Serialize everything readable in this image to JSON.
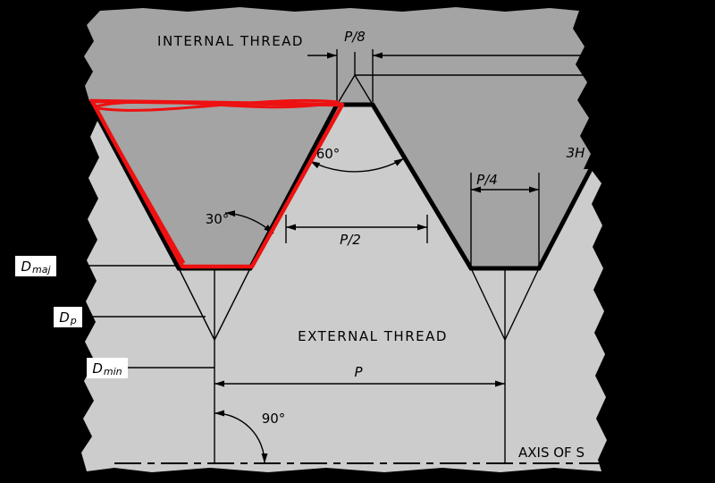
{
  "diagram": {
    "labels": {
      "internal_thread": "INTERNAL THREAD",
      "external_thread": "EXTERNAL THREAD",
      "axis": "AXIS OF S"
    },
    "dimensions": {
      "p_eighth": "P/8",
      "p_quarter": "P/4",
      "p_half": "P/2",
      "pitch": "P",
      "three_h": "3H"
    },
    "angles": {
      "flank": "60°",
      "half_flank": "30°",
      "right_angle": "90°"
    },
    "diameter_labels": {
      "major": {
        "main": "D",
        "sub": "maj"
      },
      "pitch": {
        "main": "D",
        "sub": "p"
      },
      "minor": {
        "main": "D",
        "sub": "min"
      }
    },
    "colors": {
      "background": "#000000",
      "internal_fill": "#a4a4a4",
      "external_fill": "#cccccc",
      "outline": "#000000",
      "highlight_red": "#ee1111"
    }
  }
}
